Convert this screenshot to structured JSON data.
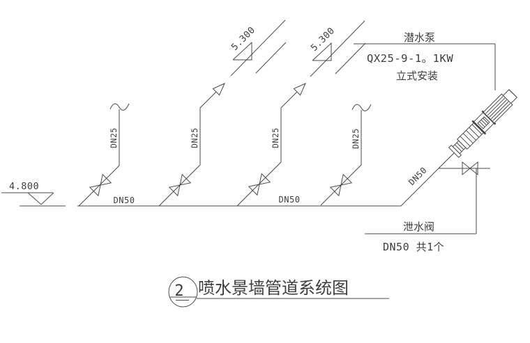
{
  "drawing": {
    "background": "#ffffff",
    "line_color": "#4a4a4a",
    "text_color": "#3d3d3d"
  },
  "ground_elevation": {
    "value": "4.800"
  },
  "main_pipe": {
    "labels": [
      "DN50",
      "DN50"
    ]
  },
  "risers": [
    {
      "pipe_label": "DN25",
      "top": "break"
    },
    {
      "pipe_label": "DN25",
      "top": "arrow",
      "elevation": "5.300"
    },
    {
      "pipe_label": "DN25",
      "top": "arrow",
      "elevation": "5.300"
    },
    {
      "pipe_label": "DN25",
      "top": "break"
    }
  ],
  "pump_branch": {
    "pipe_label": "DN50"
  },
  "pump_callout": {
    "title": "潜水泵",
    "model": "QX25-9-1。1KW",
    "note": "立式安装"
  },
  "drain_callout": {
    "title": "泄水阀",
    "spec": "DN50 共1个"
  },
  "title_block": {
    "number": "2",
    "title": "喷水景墙管道系统图"
  }
}
